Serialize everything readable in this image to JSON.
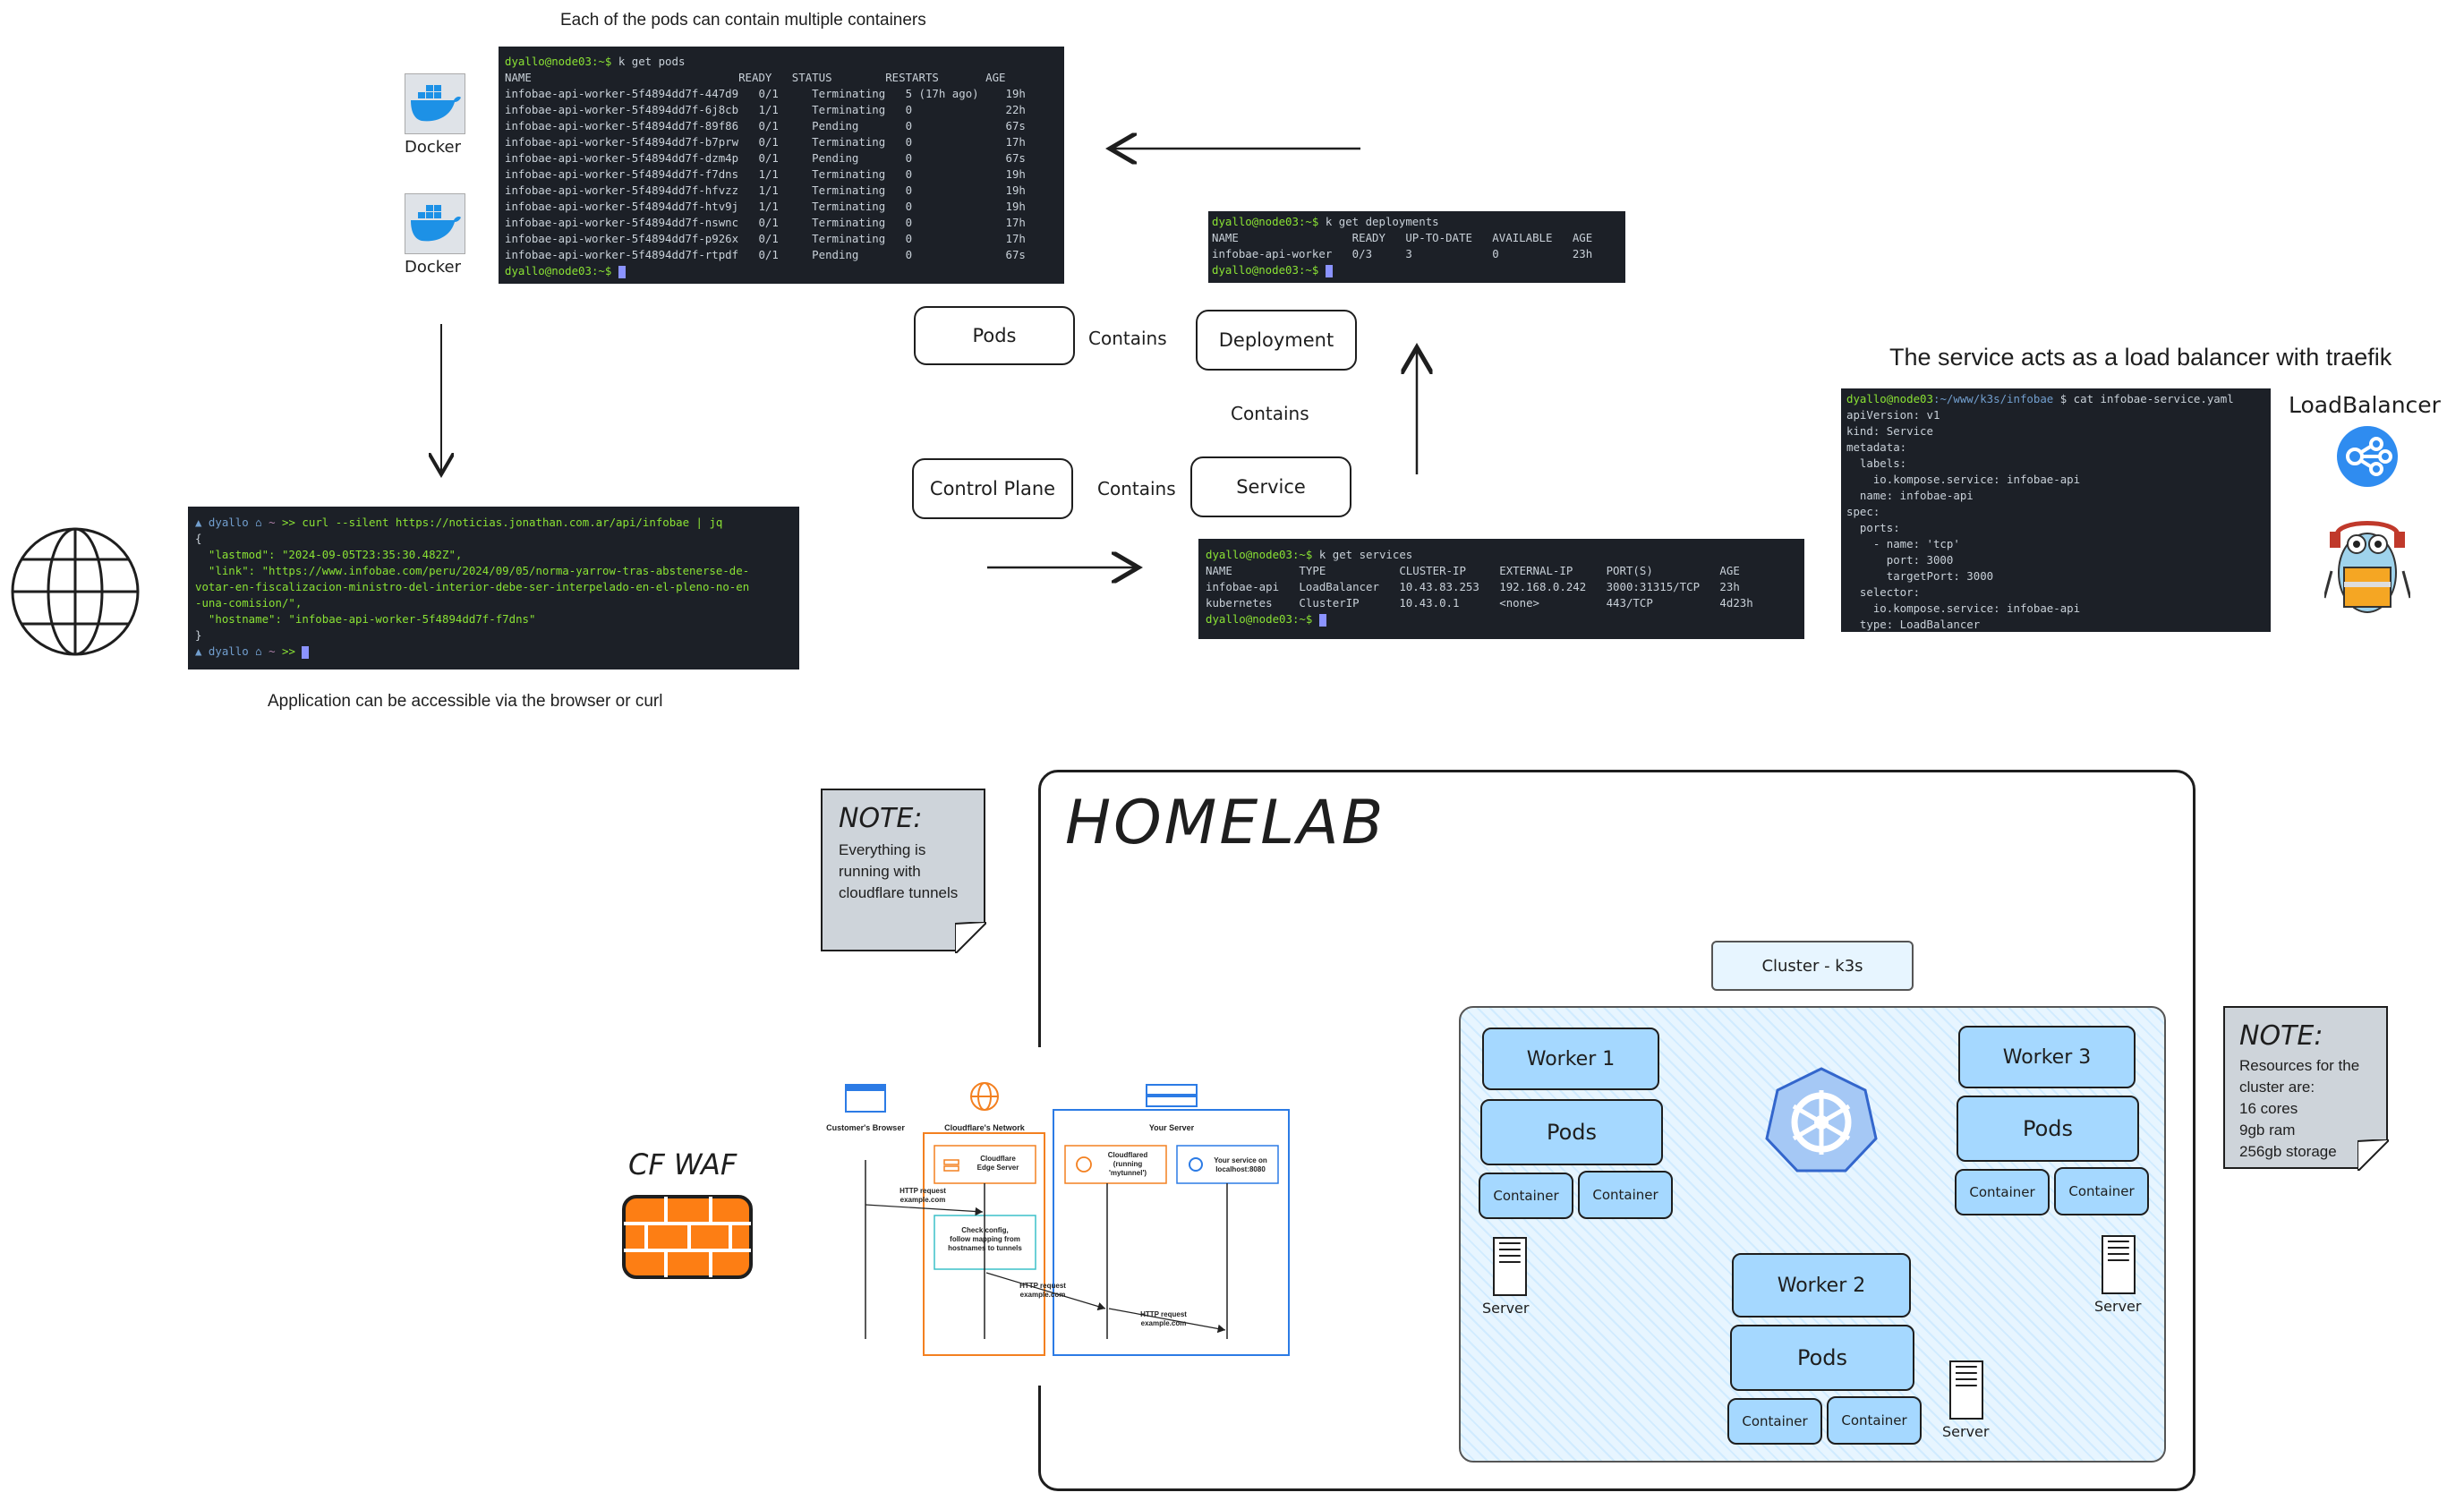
{
  "captions": {
    "pods_caption": "Each of the pods can contain multiple containers",
    "app_caption": "Application can be accessible via the browser or curl",
    "service_caption": "The service acts as a load balancer with traefik"
  },
  "docker": {
    "label1": "Docker",
    "label2": "Docker"
  },
  "loadbalancer_label": "LoadBalancer",
  "terminal_pods": {
    "prompt": "dyallo@node03:~$",
    "command": " k get pods",
    "header": "NAME                               READY   STATUS        RESTARTS       AGE",
    "rows": [
      "infobae-api-worker-5f4894dd7f-447d9   0/1     Terminating   5 (17h ago)    19h",
      "infobae-api-worker-5f4894dd7f-6j8cb   1/1     Terminating   0              22h",
      "infobae-api-worker-5f4894dd7f-89f86   0/1     Pending       0              67s",
      "infobae-api-worker-5f4894dd7f-b7prw   0/1     Terminating   0              17h",
      "infobae-api-worker-5f4894dd7f-dzm4p   0/1     Pending       0              67s",
      "infobae-api-worker-5f4894dd7f-f7dns   1/1     Terminating   0              19h",
      "infobae-api-worker-5f4894dd7f-hfvzz   1/1     Terminating   0              19h",
      "infobae-api-worker-5f4894dd7f-htv9j   1/1     Terminating   0              19h",
      "infobae-api-worker-5f4894dd7f-nswnc   0/1     Terminating   0              17h",
      "infobae-api-worker-5f4894dd7f-p926x   0/1     Terminating   0              17h",
      "infobae-api-worker-5f4894dd7f-rtpdf   0/1     Pending       0              67s"
    ],
    "end_prompt": "dyallo@node03:~$"
  },
  "terminal_deploy": {
    "prompt": "dyallo@node03:~$",
    "command": " k get deployments",
    "header": "NAME                 READY   UP-TO-DATE   AVAILABLE   AGE",
    "row": "infobae-api-worker   0/3     3            0           23h",
    "end_prompt": "dyallo@node03:~$"
  },
  "terminal_services": {
    "prompt": "dyallo@node03:~$",
    "command": " k get services",
    "header": "NAME          TYPE           CLUSTER-IP     EXTERNAL-IP     PORT(S)          AGE",
    "rows": [
      "infobae-api   LoadBalancer   10.43.83.253   192.168.0.242   3000:31315/TCP   23h",
      "kubernetes    ClusterIP      10.43.0.1      <none>          443/TCP          4d23h"
    ],
    "end_prompt": "dyallo@node03:~$"
  },
  "terminal_curl": {
    "user": "dyallo",
    "home": "~",
    "arrows": ">>",
    "command": "curl --silent https://noticias.jonathan.com.ar/api/infobae | jq",
    "lines": [
      "{",
      "  \"lastmod\": \"2024-09-05T23:35:30.482Z\",",
      "  \"link\": \"https://www.infobae.com/peru/2024/09/05/norma-yarrow-tras-abstenerse-de-",
      "votar-en-fiscalizacion-ministro-del-interior-debe-ser-interpelado-en-el-pleno-no-en",
      "-una-comision/\",",
      "  \"hostname\": \"infobae-api-worker-5f4894dd7f-f7dns\"",
      "}"
    ]
  },
  "terminal_yaml": {
    "prompt": "dyallo@node03",
    "path": ":~/www/k3s/infobae",
    "command": " $ cat infobae-service.yaml",
    "lines": [
      "apiVersion: v1",
      "kind: Service",
      "metadata:",
      "  labels:",
      "    io.kompose.service: infobae-api",
      "  name: infobae-api",
      "spec:",
      "  ports:",
      "    - name: 'tcp'",
      "      port: 3000",
      "      targetPort: 3000",
      "  selector:",
      "    io.kompose.service: infobae-api",
      "  type: LoadBalancer"
    ]
  },
  "flow": {
    "pods": "Pods",
    "deployment": "Deployment",
    "control_plane": "Control Plane",
    "service": "Service",
    "contains1": "Contains",
    "contains2": "Contains",
    "contains3": "Contains"
  },
  "note1": {
    "title": "NOTE:",
    "body": "Everything is\nrunning with\ncloudflare tunnels"
  },
  "note2": {
    "title": "NOTE:",
    "body": "Resources for the\ncluster are:\n16 cores\n9gb ram\n256gb storage"
  },
  "homelab": {
    "title": "HOMELAB",
    "cluster_label": "Cluster - k3s",
    "workers": [
      {
        "name": "Worker 1",
        "pods": "Pods",
        "containers": [
          "Container",
          "Container"
        ],
        "server": "Server"
      },
      {
        "name": "Worker 3",
        "pods": "Pods",
        "containers": [
          "Container",
          "Container"
        ],
        "server": "Server"
      },
      {
        "name": "Worker 2",
        "pods": "Pods",
        "containers": [
          "Container",
          "Container"
        ],
        "server": "Server"
      }
    ]
  },
  "cf_waf": "CF WAF",
  "cloudflare": {
    "customer_browser": "Customer's Browser",
    "cf_network": "Cloudflare's Network",
    "your_server": "Your Server",
    "edge_server": "Cloudflare\nEdge Server",
    "cloudflared": "Cloudflared\n(running\n'mytunnel')",
    "your_service": "Your service on\nlocalhost:8080",
    "http_req1": "HTTP request\nexample.com",
    "check_config": "Check config,\nfollow mapping from\nhostnames to tunnels",
    "http_req2": "HTTP request\nexample.com",
    "http_req3": "HTTP request\nexample.com"
  },
  "colors": {
    "terminal_bg": "#1c2027",
    "worker_blue": "#a5d8ff",
    "cluster_bg": "#e7f5ff",
    "note_gray": "#ced4da",
    "waf_orange": "#fd7e14",
    "cf_orange": "#f38020",
    "cf_blue": "#2c7be5"
  }
}
